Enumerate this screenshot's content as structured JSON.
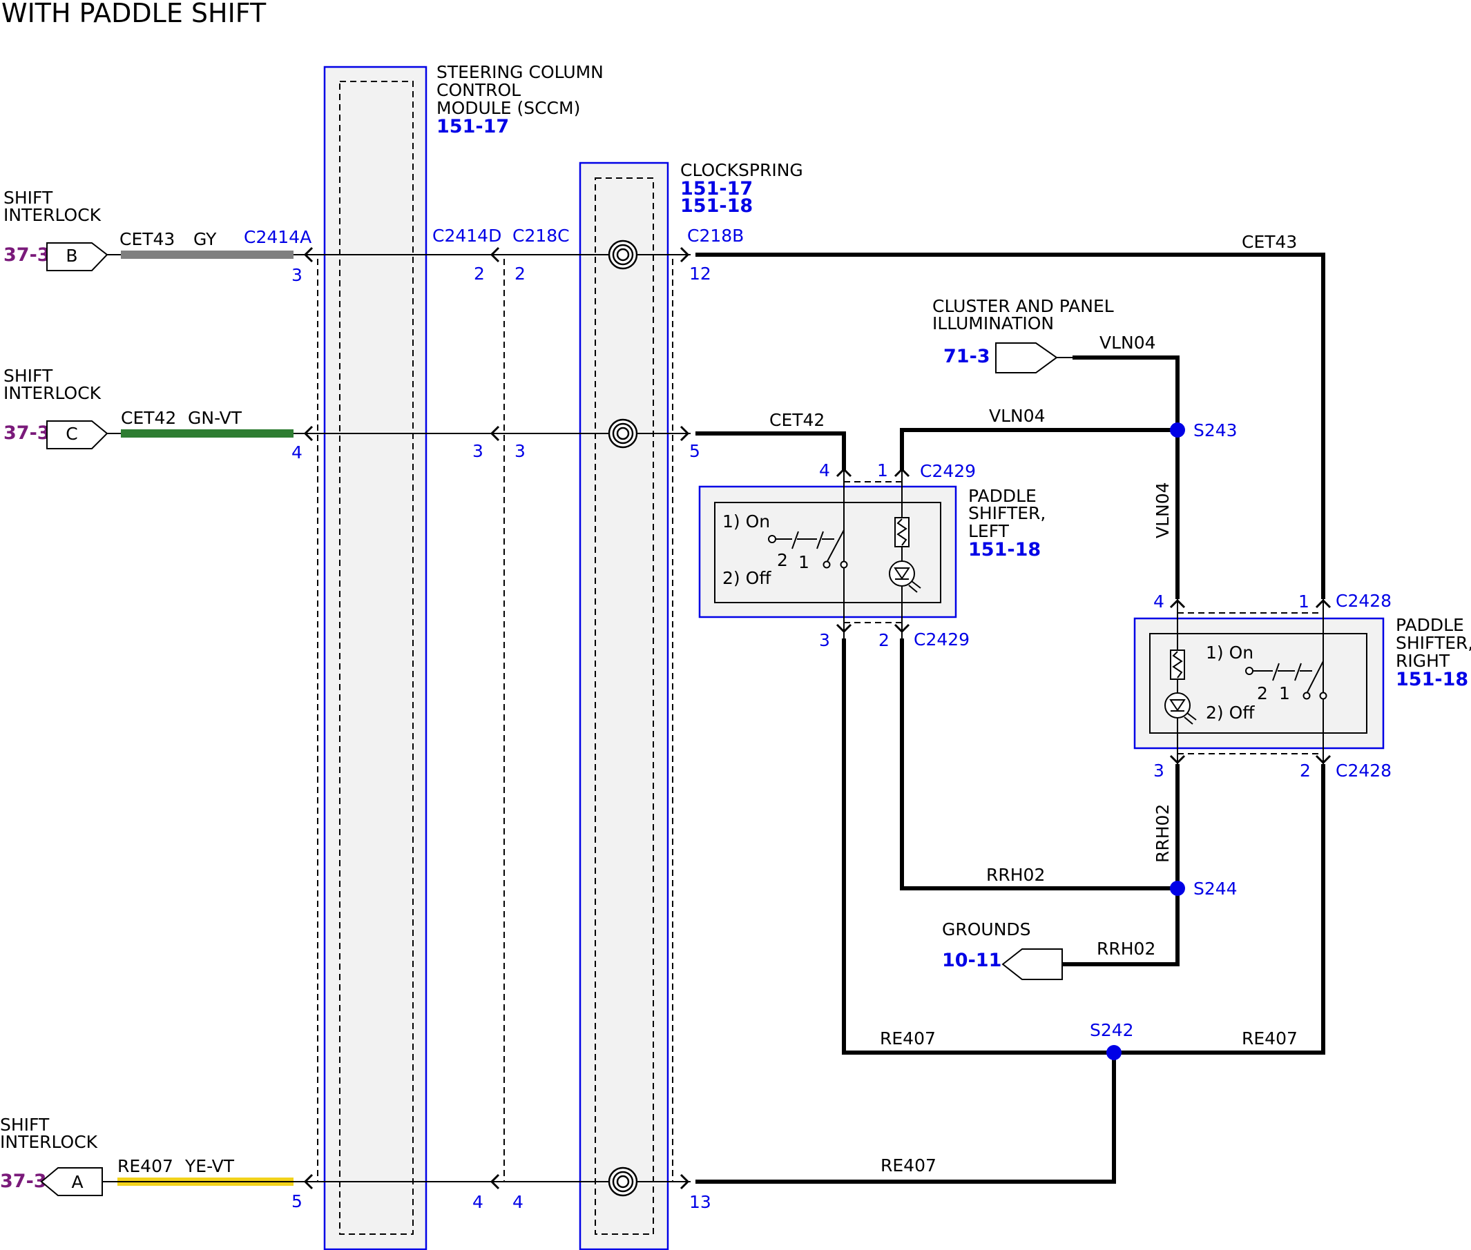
{
  "title": "WITH PADDLE SHIFT",
  "sccm": {
    "name_lines": [
      "STEERING COLUMN",
      "CONTROL",
      "MODULE (SCCM)"
    ],
    "ref": "151-17"
  },
  "clockspring": {
    "name": "CLOCKSPRING",
    "refs": [
      "151-17",
      "151-18"
    ]
  },
  "connectors": {
    "c2414a": "C2414A",
    "c2414d": "C2414D",
    "c218c": "C218C",
    "c218b": "C218B",
    "c2429": "C2429",
    "c2428": "C2428"
  },
  "inputs": [
    {
      "label_lines": [
        "SHIFT",
        "INTERLOCK"
      ],
      "ref": "37-3",
      "pin_letter": "B",
      "wire": "CET43",
      "color_code": "GY",
      "color": "#808080",
      "c2414a_pin": "3",
      "c2414d_pin": "2",
      "c218c_pin": "2",
      "c218b_pin": "12"
    },
    {
      "label_lines": [
        "SHIFT",
        "INTERLOCK"
      ],
      "ref": "37-3",
      "pin_letter": "C",
      "wire": "CET42",
      "color_code": "GN-VT",
      "color": "#2e7d32",
      "c2414a_pin": "4",
      "c2414d_pin": "3",
      "c218c_pin": "3",
      "c218b_pin": "5"
    },
    {
      "label_lines": [
        "SHIFT",
        "INTERLOCK"
      ],
      "ref": "37-3",
      "pin_letter": "A",
      "wire": "RE407",
      "color_code": "YE-VT",
      "color": "#f2d21b",
      "c2414a_pin": "5",
      "c2414d_pin": "4",
      "c218c_pin": "4",
      "c218b_pin": "13"
    }
  ],
  "wires": {
    "cet43": "CET43",
    "cet42": "CET42",
    "vln04": "VLN04",
    "rrh02": "RRH02",
    "re407": "RE407"
  },
  "cluster": {
    "label_lines": [
      "CLUSTER AND PANEL",
      "ILLUMINATION"
    ],
    "ref": "71-3"
  },
  "grounds": {
    "label": "GROUNDS",
    "ref": "10-11"
  },
  "splices": {
    "s243": "S243",
    "s244": "S244",
    "s242": "S242"
  },
  "paddle_left": {
    "name_lines": [
      "PADDLE",
      "SHIFTER,",
      "LEFT"
    ],
    "ref": "151-18",
    "pins": {
      "top_left": "4",
      "top_right": "1",
      "bottom_left": "3",
      "bottom_right": "2"
    },
    "switch": {
      "on": "1) On",
      "off": "2) Off",
      "pos2": "2",
      "pos1": "1"
    }
  },
  "paddle_right": {
    "name_lines": [
      "PADDLE",
      "SHIFTER,",
      "RIGHT"
    ],
    "ref": "151-18",
    "pins": {
      "top_left": "4",
      "top_right": "1",
      "bottom_left": "3",
      "bottom_right": "2"
    },
    "switch": {
      "on": "1) On",
      "off": "2) Off",
      "pos2": "2",
      "pos1": "1"
    }
  }
}
